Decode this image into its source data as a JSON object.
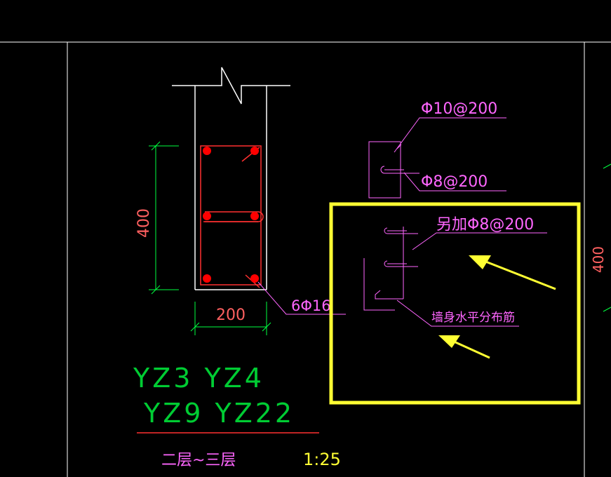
{
  "colors": {
    "background": "#000000",
    "border": "#ffffff",
    "wall": "#ffffff",
    "stirrup": "#ff3030",
    "rebar": "#ff0000",
    "dim_green": "#00ff40",
    "dim_text": "#ff6060",
    "leader_magenta": "#ff66ff",
    "title_green": "#00cc33",
    "highlight_yellow": "#ffff33"
  },
  "section": {
    "height_dim": "400",
    "width_dim": "200",
    "main_rebar_label": "6Φ16"
  },
  "detail": {
    "label_top": "Φ10@200",
    "label_mid": "Φ8@200",
    "label_add": "另加Φ8@200",
    "label_wall_bar": "墙身水平分布筋",
    "right_dim": "400"
  },
  "title": {
    "line1": "YZ3 YZ4",
    "line2": "YZ9 YZ22",
    "floors": "二层~三层",
    "scale": "1:25"
  }
}
